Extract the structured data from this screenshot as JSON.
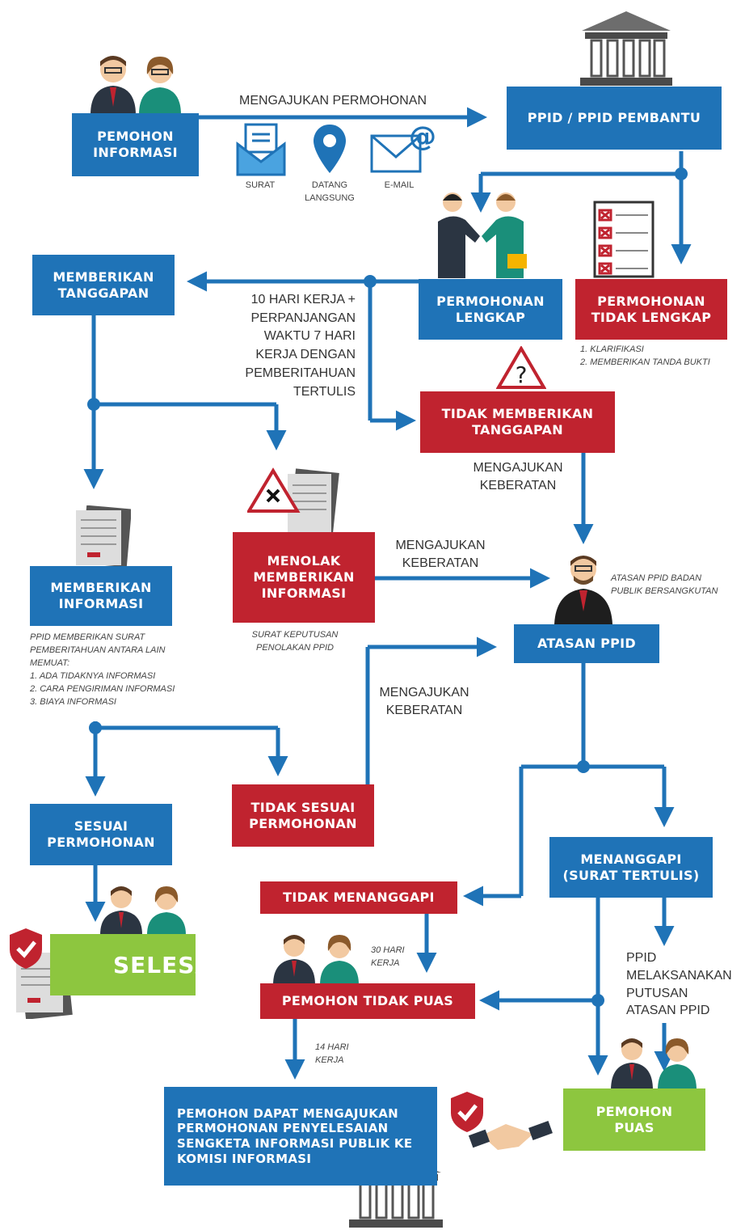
{
  "boxes": {
    "pemohon_informasi": "PEMOHON\nINFORMASI",
    "ppid": "PPID / PPID PEMBANTU",
    "memberikan_tanggapan": "MEMBERIKAN\nTANGGAPAN",
    "permohonan_lengkap": "PERMOHONAN\nLENGKAP",
    "permohonan_tidak_lengkap": "PERMOHONAN\nTIDAK LENGKAP",
    "tidak_memberikan_tanggapan": "TIDAK MEMBERIKAN\nTANGGAPAN",
    "memberikan_informasi": "MEMBERIKAN\nINFORMASI",
    "menolak_memberikan_informasi": "MENOLAK\nMEMBERIKAN\nINFORMASI",
    "atasan_ppid": "ATASAN PPID",
    "sesuai_permohonan": "SESUAI\nPERMOHONAN",
    "tidak_sesuai_permohonan": "TIDAK SESUAI\nPERMOHONAN",
    "menanggapi": "MENANGGAPI\n(SURAT TERTULIS)",
    "tidak_menanggapi": "TIDAK MENANGGAPI",
    "pemohon_tidak_puas": "PEMOHON TIDAK PUAS",
    "selesai": "SELESAI",
    "pemohon_puas": "PEMOHON\nPUAS",
    "komisi": "PEMOHON DAPAT MENGAJUKAN\nPERMOHONAN PENYELESAIAN\nSENGKETA INFORMASI PUBLIK KE\nKOMISI INFORMASI"
  },
  "labels": {
    "mengajukan_permohonan": "MENGAJUKAN PERMOHONAN",
    "surat": "SURAT",
    "datang_langsung": "DATANG\nLANGSUNG",
    "email": "E-MAIL",
    "sepuluh_hari": "10 HARI KERJA +\nPERPANJANGAN\nWAKTU 7 HARI\nKERJA DENGAN\nPEMBERITAHUAN\nTERTULIS",
    "klarifikasi": "1. KLARIFIKASI\n2. MEMBERIKAN TANDA BUKTI",
    "keberatan_1": "MENGAJUKAN\nKEBERATAN",
    "keberatan_2": "MENGAJUKAN\nKEBERATAN",
    "keberatan_3": "MENGAJUKAN\nKEBERATAN",
    "atasan_badan": "ATASAN PPID BADAN\nPUBLIK BERSANGKUTAN",
    "surat_keputusan": "SURAT KEPUTUSAN\nPENOLAKAN PPID",
    "ppid_surat": "PPID MEMBERIKAN SURAT\nPEMBERITAHUAN ANTARA LAIN\nMEMUAT:\n1. ADA TIDAKNYA INFORMASI\n2. CARA PENGIRIMAN INFORMASI\n3. BIAYA INFORMASI",
    "tiga_puluh": "30 HARI\nKERJA",
    "empat_belas": "14 HARI\nKERJA",
    "melaksanakan": "PPID\nMELAKSANAKAN\nPUTUSAN\nATASAN PPID"
  },
  "colors": {
    "blue": "#1f73b7",
    "red": "#c0232f",
    "green": "#8dc63f",
    "line": "#1f73b7"
  },
  "icons": [
    "people-icon",
    "building-icon",
    "envelope-icon",
    "location-pin-icon",
    "email-icon",
    "handshake-icon",
    "checklist-icon",
    "warning-question-icon",
    "warning-x-icon",
    "document-icon",
    "person-icon",
    "shield-check-icon"
  ]
}
